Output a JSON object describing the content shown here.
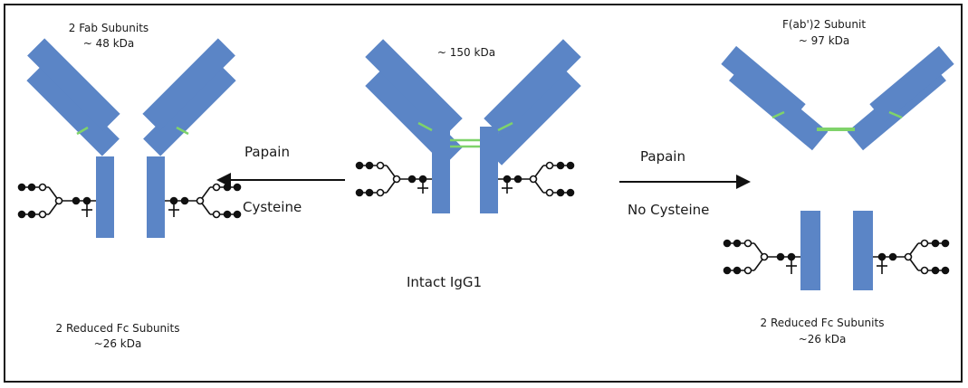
{
  "colors": {
    "chain": "#5b85c6",
    "disulfide": "#7fd36a",
    "ink": "#111111",
    "frame": "#1a1a1a"
  },
  "labels": {
    "fab_title": "2 Fab Subunits",
    "fab_mass": "~ 48 kDa",
    "intact_mass": "~ 150 kDa",
    "fab2_title": "F(ab')2 Subunit",
    "fab2_mass": "~ 97 kDa",
    "papain_left": "Papain",
    "cysteine": "Cysteine",
    "papain_right": "Papain",
    "no_cysteine": "No Cysteine",
    "intact": "Intact IgG1",
    "fc_left_title": "2 Reduced Fc Subunits",
    "fc_left_mass": "~26 kDa",
    "fc_right_title": "2 Reduced Fc Subunits",
    "fc_right_mass": "~26 kDa"
  }
}
